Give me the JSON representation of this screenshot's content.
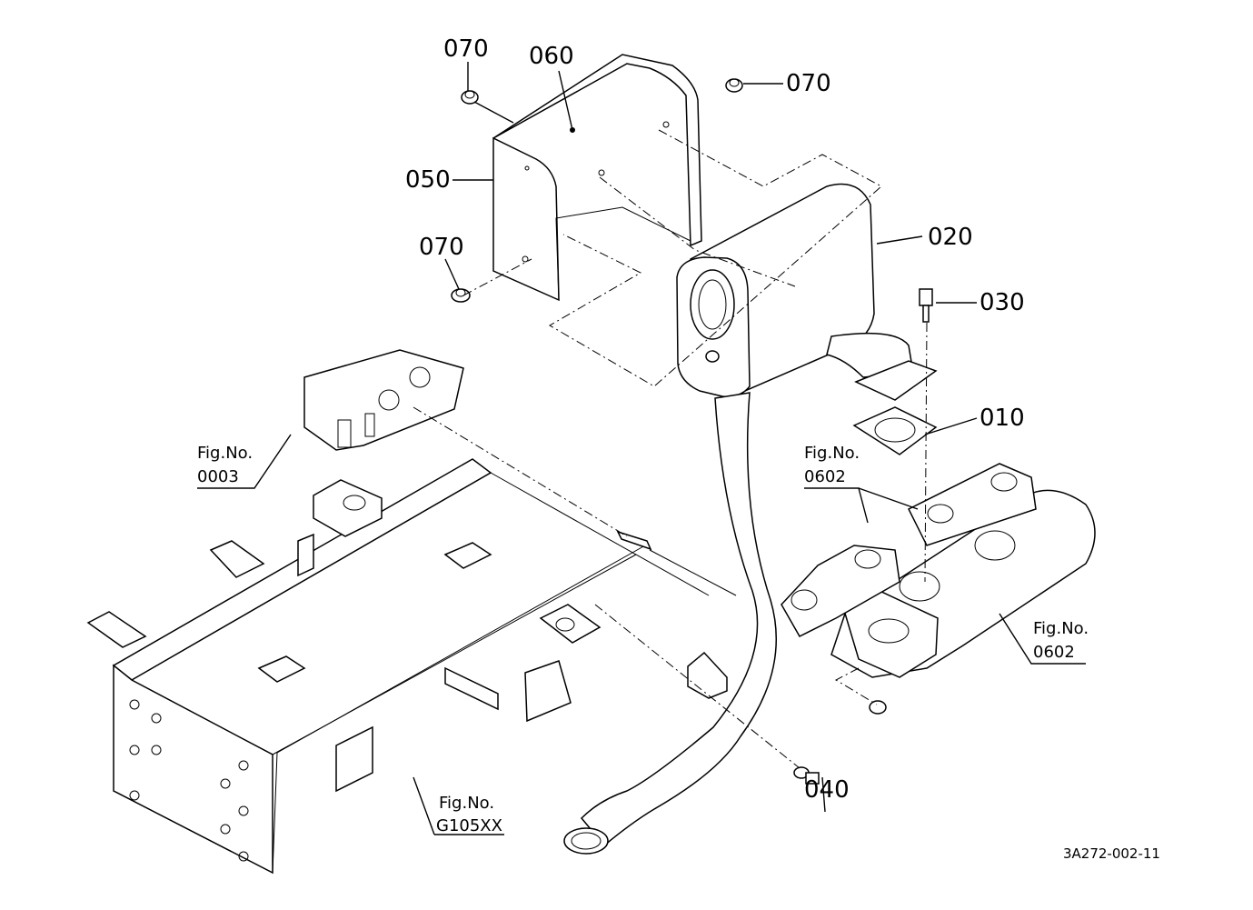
{
  "parts": {
    "p010": "010",
    "p020": "020",
    "p030": "030",
    "p040": "040",
    "p050": "050",
    "p060": "060",
    "p070a": "070",
    "p070b": "070",
    "p070c": "070"
  },
  "refs": {
    "r0003": {
      "title": "Fig.No.",
      "num": "0003"
    },
    "r0602a": {
      "title": "Fig.No.",
      "num": "0602"
    },
    "r0602b": {
      "title": "Fig.No.",
      "num": "0602"
    },
    "rg105": {
      "title": "Fig.No.",
      "num": "G105XX"
    }
  },
  "diagram_code": "3A272-002-11"
}
